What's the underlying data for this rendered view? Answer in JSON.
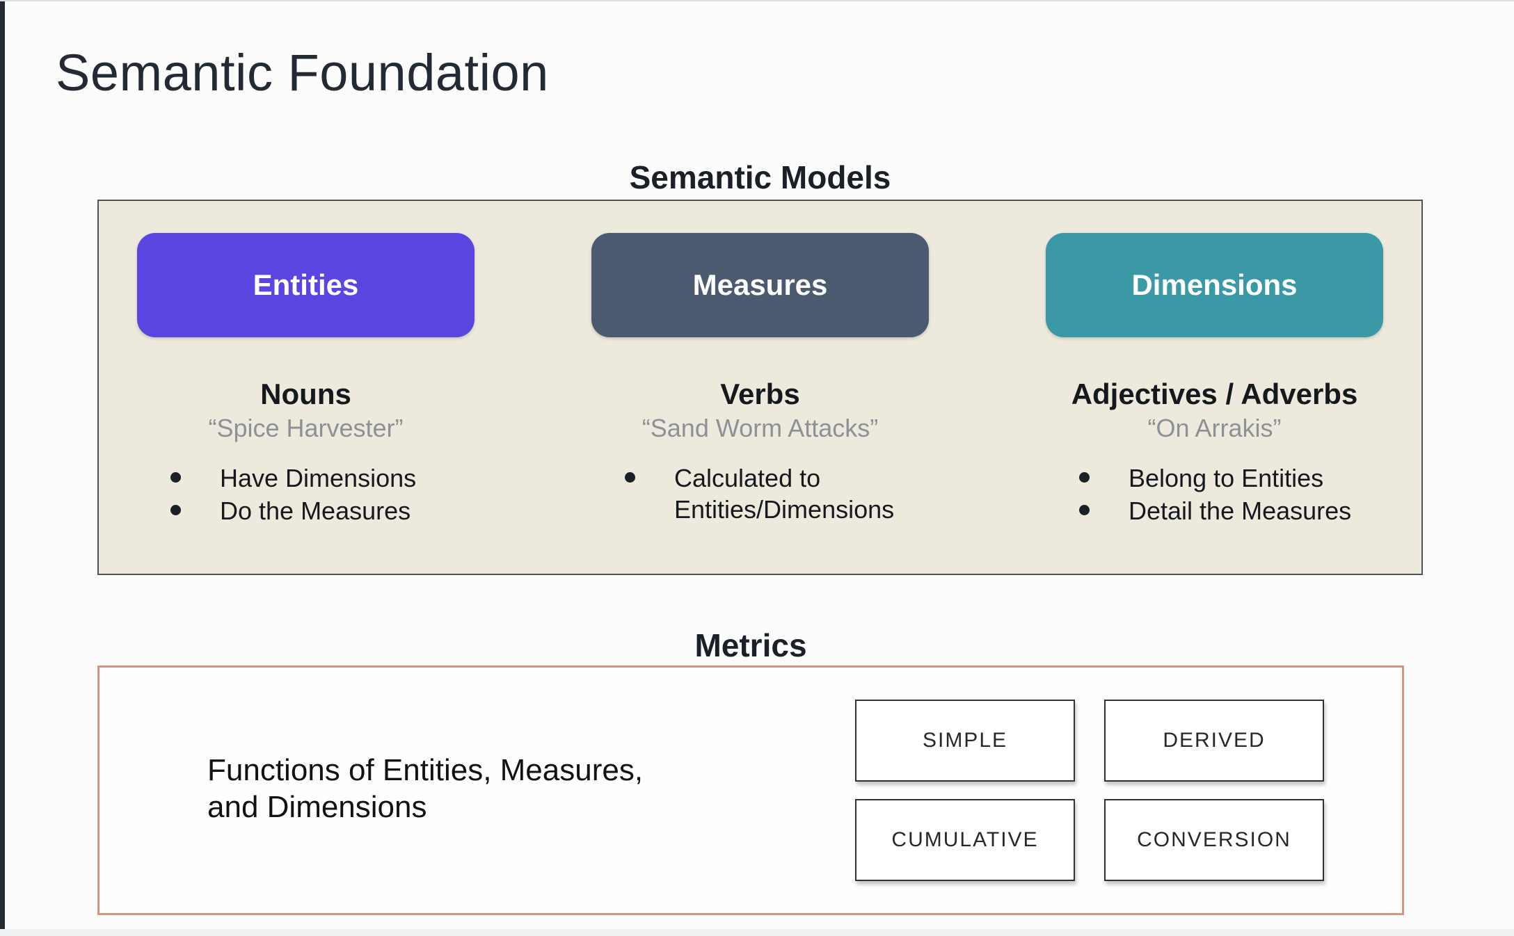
{
  "slide": {
    "title": "Semantic Foundation"
  },
  "semantic_models": {
    "heading": "Semantic Models",
    "panel_color": "#edeadd",
    "panel_border_color": "#4c5257",
    "columns": [
      {
        "button": "Entities",
        "color": "#5a45e0",
        "word_type": "Nouns",
        "example": "“Spice Harvester”",
        "bullets": [
          "Have Dimensions",
          "Do the Measures"
        ]
      },
      {
        "button": "Measures",
        "color": "#4c5a70",
        "word_type": "Verbs",
        "example": "“Sand Worm Attacks”",
        "bullets": [
          "Calculated to Entities/Dimensions"
        ]
      },
      {
        "button": "Dimensions",
        "color": "#3b98a5",
        "word_type": "Adjectives / Adverbs",
        "example": "“On Arrakis”",
        "bullets": [
          "Belong to Entities",
          "Detail the Measures"
        ]
      }
    ]
  },
  "metrics": {
    "heading": "Metrics",
    "border_color": "#d5957e",
    "description": "Functions of Entities, Measures,\nand Dimensions",
    "types": [
      "SIMPLE",
      "DERIVED",
      "CUMULATIVE",
      "CONVERSION"
    ]
  }
}
